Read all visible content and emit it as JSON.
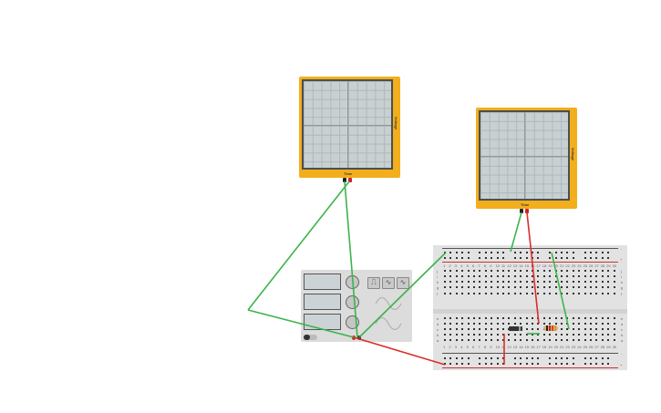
{
  "oscilloscopes": [
    {
      "time_label": "Time",
      "voltage_label": "Voltage"
    },
    {
      "time_label": "Time",
      "voltage_label": "Voltage"
    }
  ],
  "function_generator": {
    "waveforms": [
      "square-wave-icon",
      "sine-wave-icon",
      "triangle-wave-icon"
    ],
    "power": "off"
  },
  "breadboard": {
    "top_rows": [
      "j",
      "i",
      "h",
      "g",
      "f"
    ],
    "bottom_rows": [
      "e",
      "d",
      "c",
      "b",
      "a"
    ],
    "columns": 30,
    "rail_minus": "-",
    "rail_plus": "+"
  },
  "colors": {
    "scope": "#f3ae1b",
    "wire_green": "#3cb44b",
    "wire_red": "#d9302a"
  }
}
